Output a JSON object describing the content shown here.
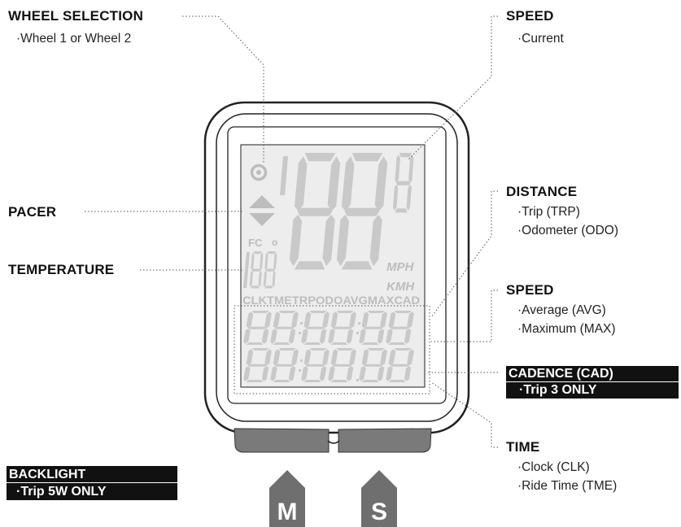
{
  "lcd": {
    "fc_label": "FC",
    "degree_label": "o",
    "temperature_digits": "188",
    "unit_mph": "MPH",
    "unit_kmh": "KMH",
    "mode_strip": "CLKTMETRPODOAVGMAXCAD",
    "speed_main_digits": "88",
    "speed_small_digit": "8",
    "row1_digits": [
      "8",
      "8",
      "8",
      "8",
      "8",
      "8"
    ],
    "row2_digits": [
      "8",
      "8",
      "8",
      "8",
      "8",
      "8"
    ]
  },
  "buttons": {
    "left": "M",
    "right": "S"
  },
  "callouts": {
    "wheel_selection": {
      "title": "WHEEL SELECTION",
      "items": [
        "·Wheel 1 or Wheel 2"
      ]
    },
    "pacer": {
      "title": "PACER"
    },
    "temperature": {
      "title": "TEMPERATURE"
    },
    "speed_current": {
      "title": "SPEED",
      "items": [
        "·Current"
      ]
    },
    "distance": {
      "title": "DISTANCE",
      "items": [
        "·Trip (TRP)",
        "·Odometer (ODO)"
      ]
    },
    "speed_avg_max": {
      "title": "SPEED",
      "items": [
        "·Average (AVG)",
        "·Maximum (MAX)"
      ]
    },
    "cadence": {
      "title": "CADENCE (CAD)",
      "items": [
        "·Trip 3 ONLY"
      ]
    },
    "time": {
      "title": "TIME",
      "items": [
        "·Clock (CLK)",
        "·Ride Time (TME)"
      ]
    },
    "backlight": {
      "title": "BACKLIGHT",
      "items": [
        "·Trip 5W ONLY"
      ]
    }
  },
  "colors": {
    "lcd_segment": "#c9c9c9",
    "lcd_text": "#bdbdbd",
    "button_gray": "#7a7a7a",
    "outline": "#222222",
    "screen_bg": "#ececec",
    "inverse_box": "#111111"
  }
}
